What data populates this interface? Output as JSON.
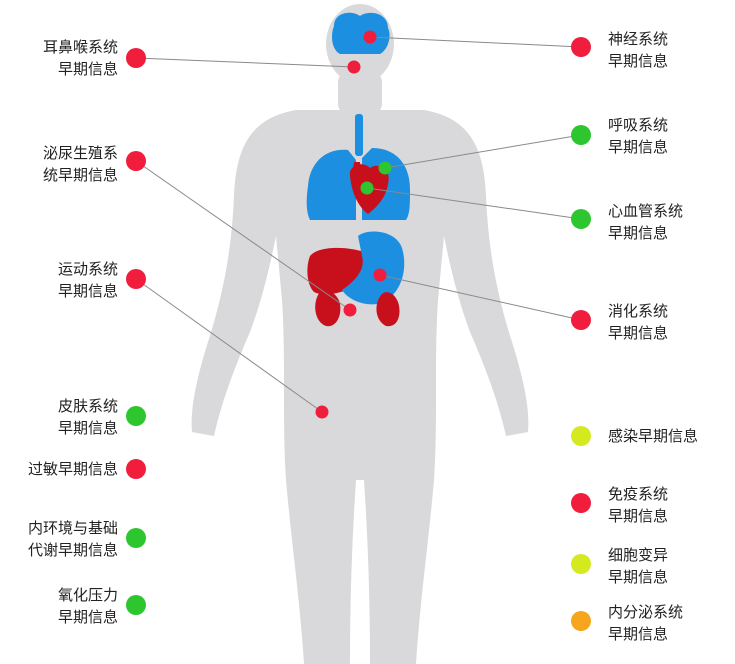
{
  "colors": {
    "red": "#f01e3c",
    "green": "#2ec62e",
    "yellow_green": "#d4ea1f",
    "orange": "#f7a51c",
    "silhouette": "#d9d9db",
    "organ_blue": "#1c8fe0",
    "organ_red": "#c8101d",
    "line": "#8a8a8a"
  },
  "systems": [
    {
      "id": "ent",
      "lines": [
        "耳鼻喉系统",
        "早期信息"
      ],
      "status": "red"
    },
    {
      "id": "nervous",
      "lines": [
        "神经系统",
        "早期信息"
      ],
      "status": "red"
    },
    {
      "id": "urogenital",
      "lines": [
        "泌尿生殖系",
        "统早期信息"
      ],
      "status": "red"
    },
    {
      "id": "respiratory",
      "lines": [
        "呼吸系统",
        "早期信息"
      ],
      "status": "green"
    },
    {
      "id": "cardio",
      "lines": [
        "心血管系统",
        "早期信息"
      ],
      "status": "green"
    },
    {
      "id": "motor",
      "lines": [
        "运动系统",
        "早期信息"
      ],
      "status": "red"
    },
    {
      "id": "digestive",
      "lines": [
        "消化系统",
        "早期信息"
      ],
      "status": "red"
    },
    {
      "id": "skin",
      "lines": [
        "皮肤系统",
        "早期信息"
      ],
      "status": "green"
    },
    {
      "id": "infection",
      "lines": [
        "感染早期信息"
      ],
      "status": "yellow_green"
    },
    {
      "id": "allergy",
      "lines": [
        "过敏早期信息"
      ],
      "status": "red"
    },
    {
      "id": "immune",
      "lines": [
        "免疫系统",
        "早期信息"
      ],
      "status": "red"
    },
    {
      "id": "metabolism",
      "lines": [
        "内环境与基础",
        "代谢早期信息"
      ],
      "status": "green"
    },
    {
      "id": "cell",
      "lines": [
        "细胞变异",
        "早期信息"
      ],
      "status": "yellow_green"
    },
    {
      "id": "oxidative",
      "lines": [
        "氧化压力",
        "早期信息"
      ],
      "status": "green"
    },
    {
      "id": "endocrine",
      "lines": [
        "内分泌系统",
        "早期信息"
      ],
      "status": "orange"
    }
  ],
  "organ_markers": [
    {
      "id": "ent",
      "status": "red"
    },
    {
      "id": "nervous",
      "status": "red"
    },
    {
      "id": "respiratory",
      "status": "green"
    },
    {
      "id": "cardio",
      "status": "green"
    },
    {
      "id": "digestive",
      "status": "red"
    },
    {
      "id": "urogenital",
      "status": "red"
    },
    {
      "id": "motor",
      "status": "red"
    }
  ]
}
